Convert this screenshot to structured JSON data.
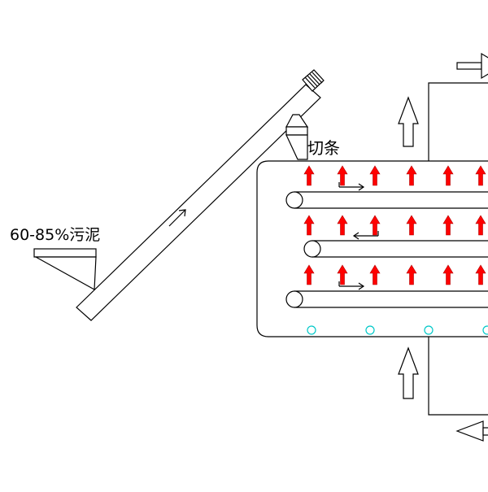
{
  "labels": {
    "sludge_feed": "60-85%污泥",
    "cutting": "切条"
  },
  "colors": {
    "line": "#000000",
    "hot_air_arrow": "#ff0000",
    "nozzle": "#00c8c8",
    "background": "#ffffff"
  },
  "icons": {
    "hot_air_arrow": "up-arrow-red",
    "belt_direction": "arrow-right",
    "airflow_in": "up-arrow-outline",
    "fan": "fan-icon",
    "nozzle": "circle-outline"
  }
}
